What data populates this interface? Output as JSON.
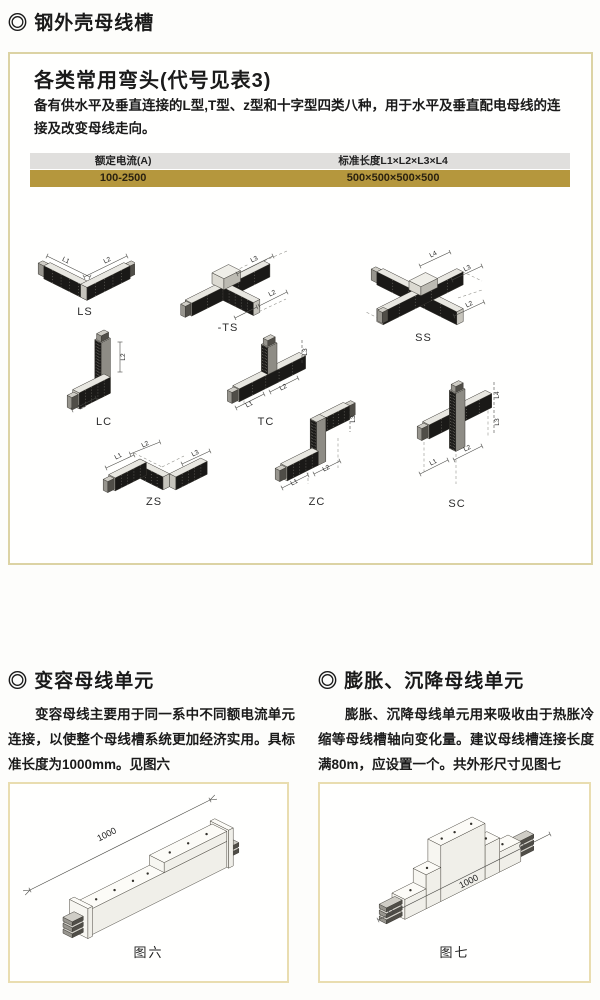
{
  "page_title": "◎ 钢外壳母线槽",
  "elbow_section": {
    "title": "各类常用弯头(代号见表3)",
    "description": "备有供水平及垂直连接的L型,T型、z型和十字型四类八种，用于水平及垂直配电母线的连接及改变母线走向。",
    "table": {
      "col1_header": "额定电流(A)",
      "col2_header": "标准长度L1×L2×L3×L4",
      "col1_value": "100-2500",
      "col2_value": "500×500×500×500"
    },
    "drawings": [
      {
        "code": "LS",
        "dims": [
          "L1",
          "L2"
        ]
      },
      {
        "code": "-TS",
        "dims": [
          "L3",
          "L2",
          "L1"
        ]
      },
      {
        "code": "SS",
        "dims": [
          "L4",
          "L3",
          "L2"
        ]
      },
      {
        "code": "LC",
        "dims": [
          "L2",
          "L1"
        ]
      },
      {
        "code": "TC",
        "dims": [
          "L3",
          "L1",
          "L2"
        ]
      },
      {
        "code": "ZS",
        "dims": [
          "L1",
          "L2",
          "L3"
        ]
      },
      {
        "code": "ZC",
        "dims": [
          "L3",
          "L1",
          "L2"
        ]
      },
      {
        "code": "SC",
        "dims": [
          "L4",
          "L3",
          "L1",
          "L2"
        ]
      }
    ]
  },
  "sections": {
    "left": {
      "title": "◎ 变容母线单元",
      "body": "变容母线主要用于同一系中不同额电流单元连接，以使整个母线槽系统更加经济实用。具标准长度为1000mm。见图六"
    },
    "right": {
      "title": "◎ 膨胀、沉降母线单元",
      "body": "膨胀、沉降母线单元用来吸收由于热胀冷缩等母线槽轴向变化量。建议母线槽连接长度满80m，应设置一个。共外形尺寸见图七"
    }
  },
  "figures": {
    "fig6": {
      "label": "图六",
      "dim": "1000"
    },
    "fig7": {
      "label": "图七",
      "dim": "1000"
    }
  }
}
